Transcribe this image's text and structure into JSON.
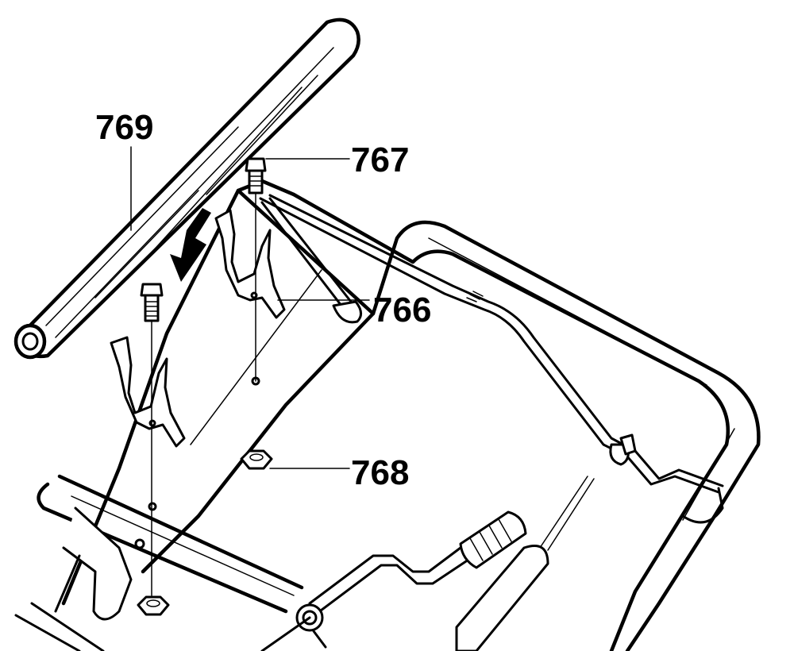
{
  "diagram": {
    "labels": [
      {
        "id": "769",
        "text": "769"
      },
      {
        "id": "767",
        "text": "767"
      },
      {
        "id": "766",
        "text": "766"
      },
      {
        "id": "768",
        "text": "768"
      }
    ],
    "colors": {
      "ink": "#000000",
      "paper": "#ffffff"
    }
  }
}
